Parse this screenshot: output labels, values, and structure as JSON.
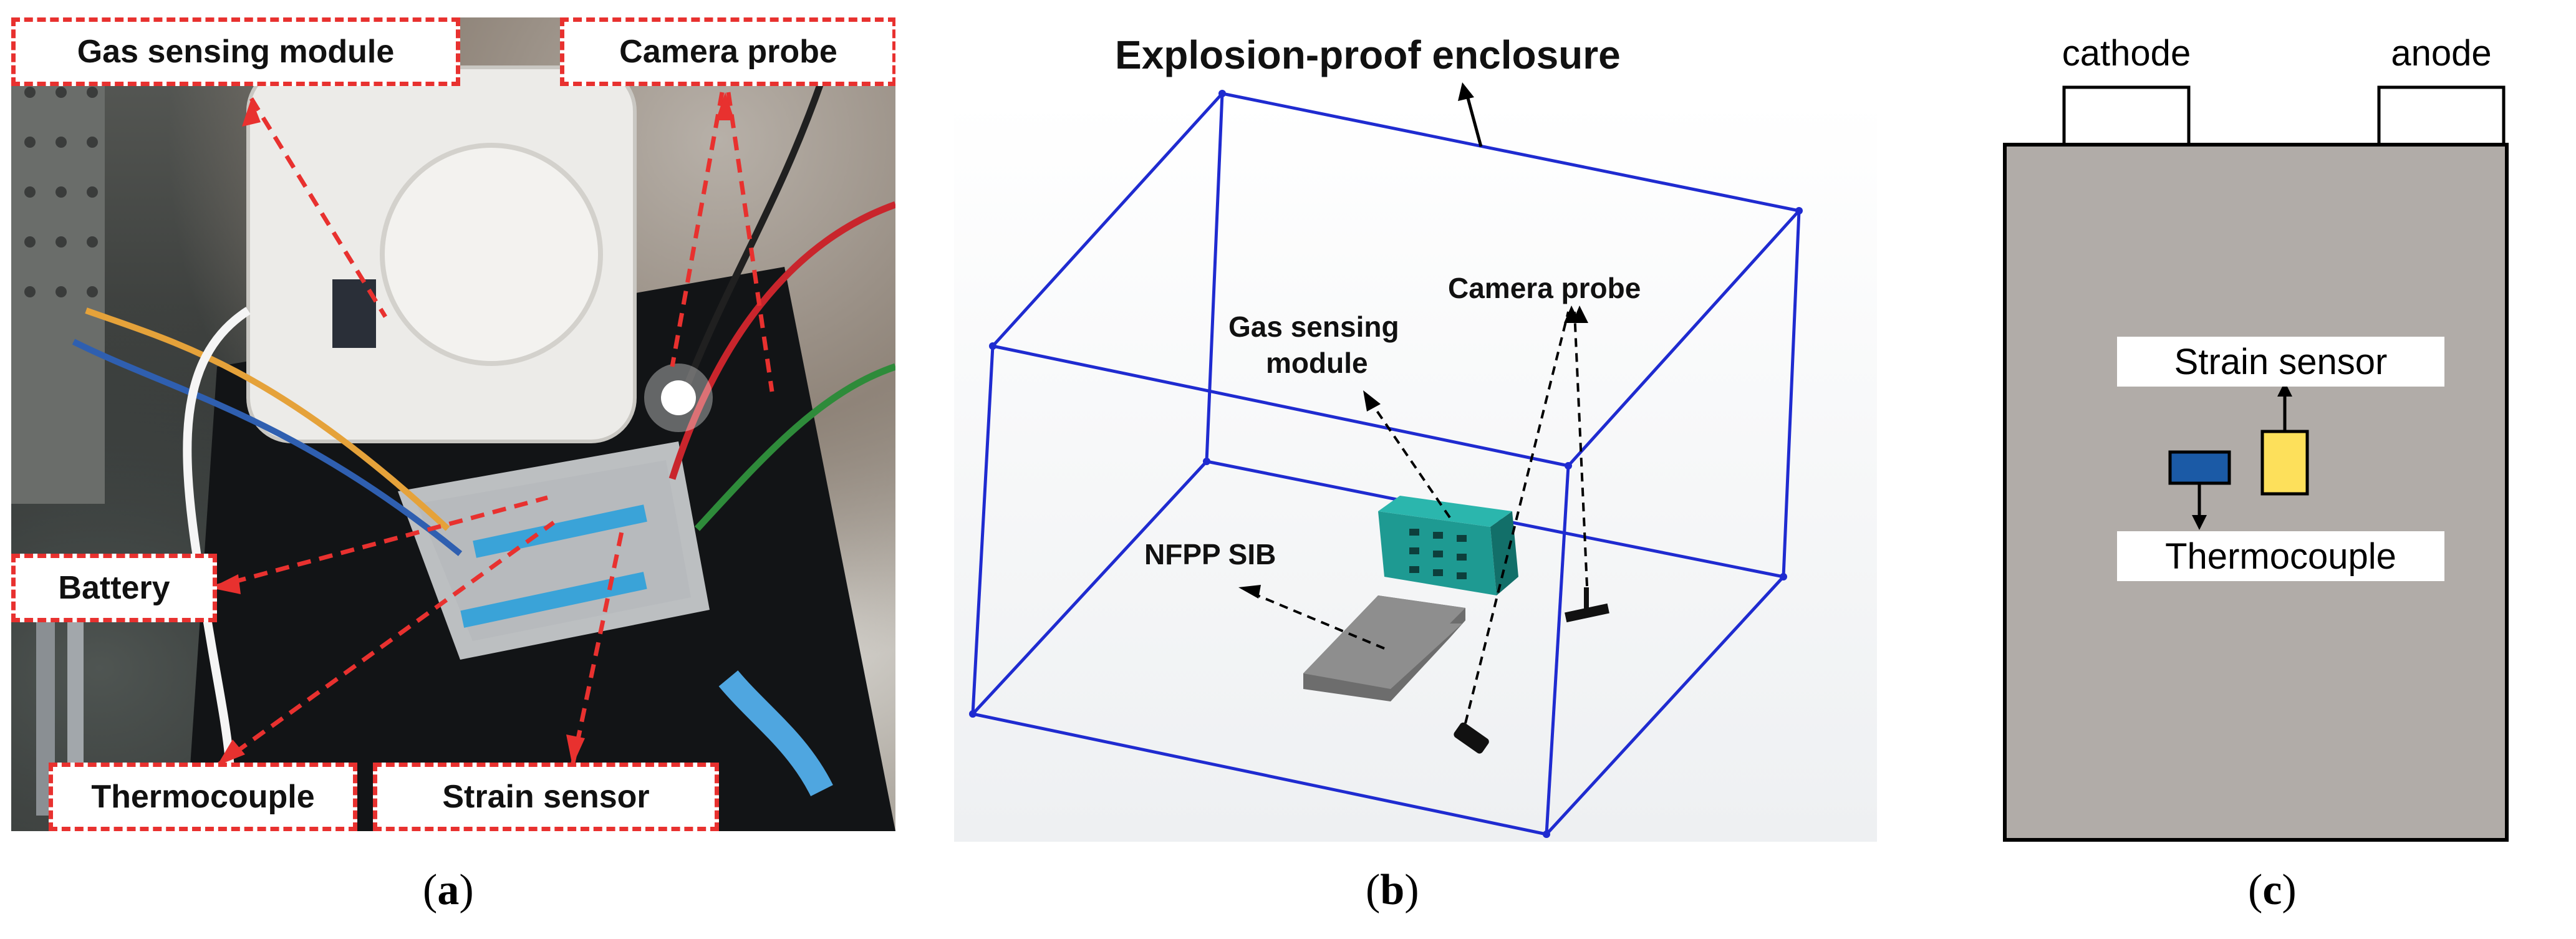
{
  "panel_a": {
    "callouts": {
      "gas_sensing_module": "Gas sensing module",
      "camera_probe": "Camera probe",
      "battery": "Battery",
      "thermocouple": "Thermocouple",
      "strain_sensor": "Strain sensor"
    },
    "caption_letter": "a"
  },
  "panel_b": {
    "labels": {
      "enclosure": "Explosion-proof enclosure",
      "camera_probe": "Camera probe",
      "gas_sensing_line1": "Gas sensing",
      "gas_sensing_line2": "module",
      "nfpp_sib": "NFPP SIB"
    },
    "caption_letter": "b"
  },
  "panel_c": {
    "labels": {
      "cathode": "cathode",
      "anode": "anode",
      "strain_sensor": "Strain sensor",
      "thermocouple": "Thermocouple"
    },
    "caption_letter": "c"
  },
  "colors": {
    "callout_border": "#e8312f",
    "enclosure_edges": "#1f2bd0",
    "gas_module": "#1e9a92",
    "battery_plate": "#8e8e8e",
    "cell_body": "#b1aca8",
    "thermocouple_block": "#1b5aa6",
    "strain_block": "#fde05b"
  }
}
